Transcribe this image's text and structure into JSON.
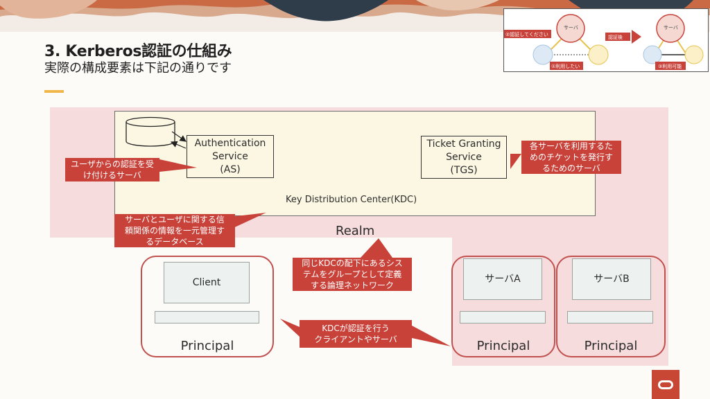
{
  "slide": {
    "title": "3. Kerberos認証の仕組み",
    "subtitle": "実際の構成要素は下記の通りです"
  },
  "diagram": {
    "kdc_label": "Key Distribution Center(KDC)",
    "as_box": "Authentication\nService\n(AS)",
    "tgs_box": "Ticket Granting\nService\n(TGS)",
    "realm_label": "Realm",
    "client_label": "Client",
    "server_a_label": "サーバA",
    "server_b_label": "サーバB",
    "principal_label": "Principal",
    "callout_as": "ユーザからの認証を受\nけ付けるサーバ",
    "callout_tgs": "各サーバを利用するた\nめのチケットを発行す\nるためのサーバ",
    "callout_db": "サーバとユーザに関する信\n頼関係の情報を一元管理す\nるデータベース",
    "callout_realm": "同じKDCの配下にあるシス\nテムをグループとして定義\nする論理ネットワーク",
    "callout_principal": "KDCが認証を行う\nクライアントやサーバ"
  },
  "thumbnail": {
    "server_left": "サーバ",
    "server_right": "サーバ",
    "label_auth_request": "②認証してください",
    "label_want_use": "①利用したい",
    "label_after_auth": "認証後",
    "label_usable": "③利用可能"
  },
  "colors": {
    "realm_fill": "#f6dcdc",
    "kdc_fill": "#fcf7e3",
    "principal_border": "#c0504d",
    "callout_fill": "#c8423a",
    "box_fill": "#edf2f0",
    "accent": "#f0b64a",
    "brand": "#c74634"
  },
  "icons": {
    "database": "database-icon",
    "logo": "oracle-logo-icon"
  }
}
